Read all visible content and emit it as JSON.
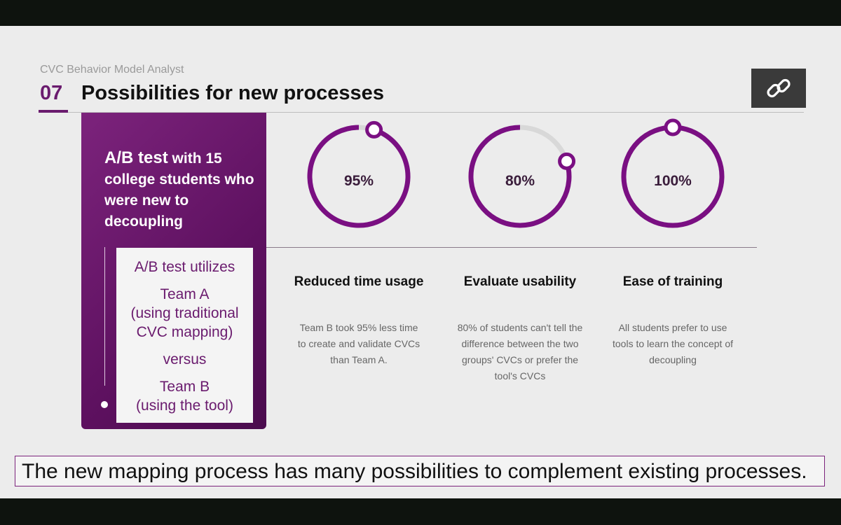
{
  "header": {
    "subtitle": "CVC Behavior Model Analyst",
    "section_number": "07",
    "title": "Possibilities for new processes"
  },
  "link_button": {
    "icon": "chain-link-icon"
  },
  "panel": {
    "heading_big": "A/B test",
    "heading_rest": "with 15 college students who were new to decoupling",
    "box_lines": [
      "A/B test utilizes",
      "Team A",
      "(using traditional CVC mapping)",
      "versus",
      "Team B",
      "(using the tool)"
    ]
  },
  "metrics": [
    {
      "value_label": "95%",
      "fraction": 0.95,
      "label": "Reduced time usage",
      "desc": "Team B took 95% less time to create and validate CVCs than Team A."
    },
    {
      "value_label": "80%",
      "fraction": 0.8,
      "label": "Evaluate usability",
      "desc": "80% of students can't tell the difference between the two groups' CVCs or prefer the tool's CVCs"
    },
    {
      "value_label": "100%",
      "fraction": 1.0,
      "label": "Ease of training",
      "desc": "All students prefer to use tools to learn the concept of decoupling"
    }
  ],
  "conclusion": "The new mapping process has many possibilities to complement existing processes.",
  "colors": {
    "accent": "#6a1b6e",
    "ring": "#7a0f82",
    "ring_track": "#d8d8d8"
  }
}
